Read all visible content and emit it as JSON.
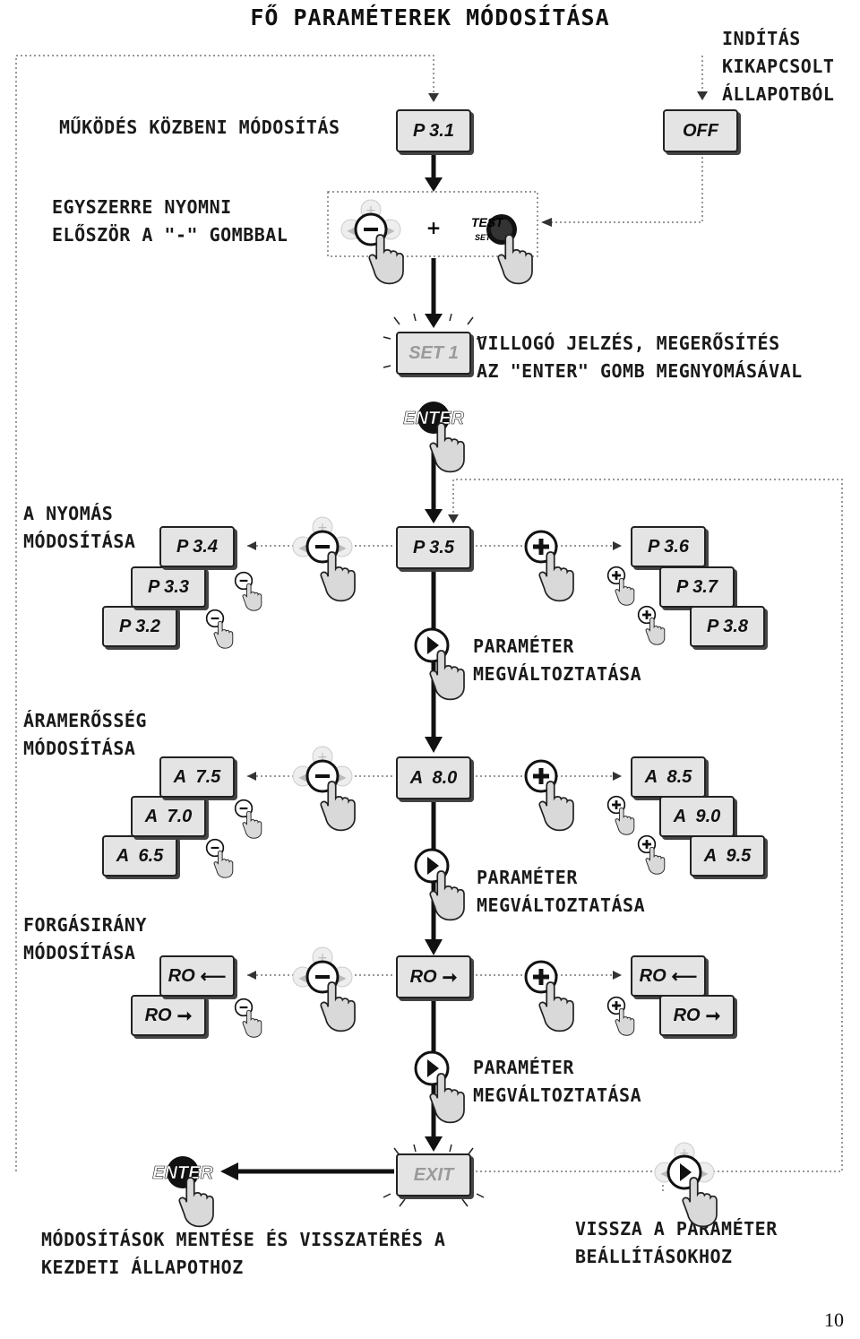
{
  "title": "FŐ PARAMÉTEREK MÓDOSÍTÁSA",
  "page_number": "10",
  "labels": {
    "start_off": "INDÍTÁS\nKIKAPCSOLT\nÁLLAPOTBÓL",
    "modify_running": "MŰKÖDÉS KÖZBENI MÓDOSÍTÁS",
    "press_together": "EGYSZERRE NYOMNI\nELŐSZÖR A \"-\" GOMBBAL",
    "blink_confirm": "VILLOGÓ JELZÉS, MEGERŐSÍTÉS\nAZ \"ENTER\" GOMB MEGNYOMÁSÁVAL",
    "pressure_modify": "A NYOMÁS\nMÓDOSÍTÁSA",
    "param_change_1": "PARAMÉTER\nMEGVÁLTOZTATÁSA",
    "current_modify": "ÁRAMERŐSSÉG\nMÓDOSÍTÁSA",
    "param_change_2": "PARAMÉTER\nMEGVÁLTOZTATÁSA",
    "rotation_modify": "FORGÁSIRÁNY\nMÓDOSÍTÁSA",
    "param_change_3": "PARAMÉTER\nMEGVÁLTOZTATÁSA",
    "save_return": "MÓDOSÍTÁSOK MENTÉSE ÉS VISSZATÉRÉS A\nKEZDETI ÁLLAPOTHOZ",
    "back_params": "VISSZA A PARAMÉTER\nBEÁLLÍTÁSOKHOZ"
  },
  "displays": {
    "p31": "P 3.1",
    "off": "OFF",
    "set1": "SET 1",
    "p35": "P 3.5",
    "p34": "P 3.4",
    "p33": "P 3.3",
    "p32": "P 3.2",
    "p36": "P 3.6",
    "p37": "P 3.7",
    "p38": "P 3.8",
    "a80": "A  8.0",
    "a75": "A  7.5",
    "a70": "A  7.0",
    "a65": "A  6.5",
    "a85": "A  8.5",
    "a90": "A  9.0",
    "a95": "A  9.5",
    "ro_center": "RO",
    "ro_left_1": "RO",
    "ro_left_2": "RO",
    "ro_right_1": "RO",
    "ro_right_2": "RO",
    "exit": "EXIT"
  },
  "buttons": {
    "plus_symbol": "+",
    "test": "TEST",
    "set": "SET",
    "enter": "ENTER",
    "minus": "−",
    "plus": "+"
  },
  "icons": [
    "minus-button-icon",
    "plus-button-icon",
    "enter-button-icon",
    "test-set-button-icon",
    "next-button-icon",
    "hand-pointer-icon"
  ],
  "colors": {
    "display_bg": "#e4e4e4",
    "line": "#1a1a1a",
    "dotted": "#777777"
  }
}
